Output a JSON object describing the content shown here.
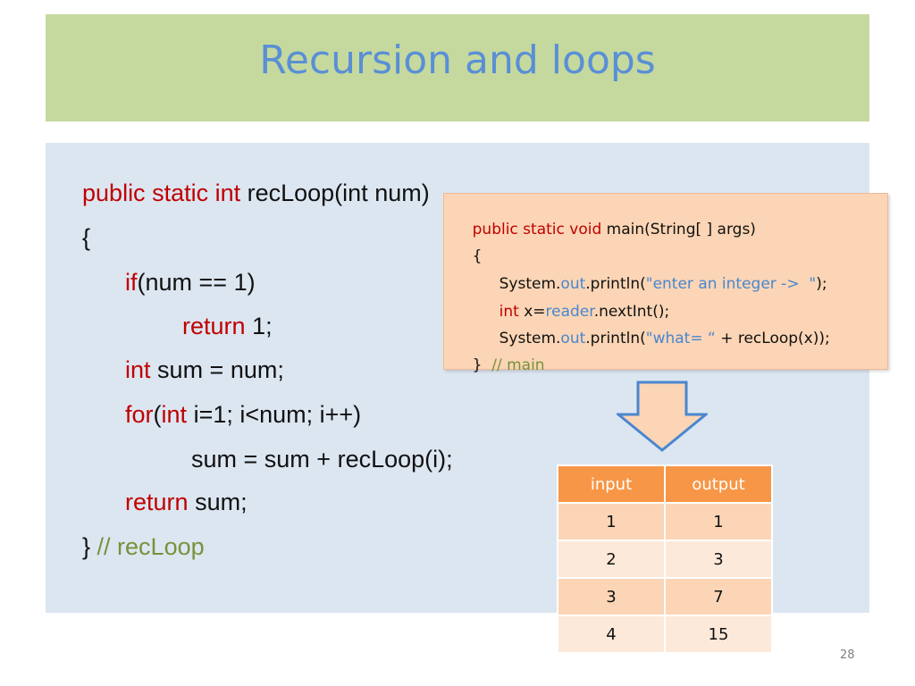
{
  "slide": {
    "title": "Recursion and loops",
    "page_number": "28"
  },
  "code": {
    "l1_kw": "public static int",
    "l1_rest": " recLoop(int num)",
    "l2": "{",
    "l3_kw": "if",
    "l3_rest": "(num == 1)",
    "l4_kw": "return",
    "l4_rest": " 1;",
    "l5_kw": "int",
    "l5_rest": " sum = num;",
    "l6_kw1": "for",
    "l6_p": "(",
    "l6_kw2": "int",
    "l6_rest": " i=1; i<num; i++)",
    "l7": "sum = sum + recLoop(i);",
    "l8_kw": "return",
    "l8_rest": " sum;",
    "l9_brace": "} ",
    "l9_comment": "// recLoop"
  },
  "popup": {
    "l1_kw": "public static void",
    "l1_rest": " main(String[ ] args)",
    "l2": "{",
    "l3_a": "System.",
    "l3_out": "out",
    "l3_b": ".println(",
    "l3_str": "\"enter an integer ->  \"",
    "l3_c": ");",
    "l4_kw": "int",
    "l4_a": " x=",
    "l4_reader": "reader",
    "l4_b": ".nextInt();",
    "l5_a": "System.",
    "l5_out": "out",
    "l5_b": ".println(",
    "l5_str": "\"what= “",
    "l5_c": " + recLoop(x));",
    "l6_brace": "}  ",
    "l6_comment": "// main"
  },
  "table": {
    "headers": [
      "input",
      "output"
    ],
    "rows": [
      [
        "1",
        "1"
      ],
      [
        "2",
        "3"
      ],
      [
        "3",
        "7"
      ],
      [
        "4",
        "15"
      ]
    ]
  },
  "colors": {
    "title_bar": "#c5d99e",
    "title_text": "#5a8fd6",
    "code_panel": "#dce6f1",
    "keyword": "#c00000",
    "comment": "#76923c",
    "popup_bg": "#fbd5b5",
    "table_header": "#f79646",
    "arrow_fill": "#fbd5b5",
    "arrow_stroke": "#4a86cf"
  },
  "icons": {
    "arrow": "down-arrow-icon"
  }
}
